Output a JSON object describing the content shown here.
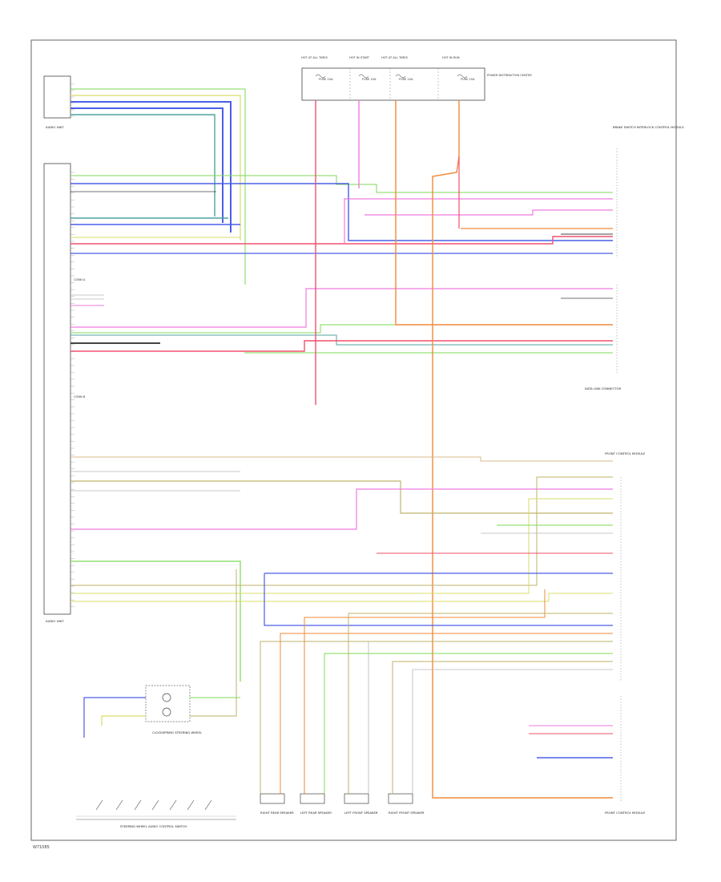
{
  "colors": {
    "green": "#7ed957",
    "blue": "#4a5ee8",
    "teal": "#4fa4a0",
    "yellow": "#d9dd6a",
    "pink": "#f07ae0",
    "red": "#f2506e",
    "orange": "#f08a3a",
    "olive": "#bfb36a",
    "gray": "#b8b8b8",
    "black": "#444444",
    "tan": "#d8b88a"
  },
  "components": {
    "audio_unit_top_caption": "AUDIO UNIT",
    "audio_unit_bottom_caption": "AUDIO UNIT",
    "brake_switch_caption": "BRAKE SWITCH INTERLOCK CONTROL MODULE",
    "data_link_caption": "DATA LINK CONNECTOR",
    "front_control_caption": "FRONT CONTROL MODULE",
    "clockspring_caption": "CLOCKSPRING STEERING WHEEL",
    "steering_switch_caption": "STEERING WHEEL AUDIO CONTROL SWITCH",
    "front_ctrl_lower_caption": "FRONT CONTROL MODULE",
    "connector_a_label": "CONN A",
    "connector_b_label": "CONN B"
  },
  "fuses": [
    {
      "title": "HOT AT ALL TIMES",
      "label": "FUSE 15A"
    },
    {
      "title": "HOT IN START",
      "label": "FUSE 10A"
    },
    {
      "title": "HOT AT ALL TIMES",
      "label": "FUSE 10A"
    },
    {
      "title": "HOT IN RUN",
      "label": "FUSE 15A"
    }
  ],
  "fuse_box_caption": "POWER DISTRIBUTION CENTER",
  "speakers": [
    {
      "caption": "RIGHT REAR SPEAKER"
    },
    {
      "caption": "LEFT REAR SPEAKER"
    },
    {
      "caption": "LEFT FRONT SPEAKER"
    },
    {
      "caption": "RIGHT FRONT SPEAKER"
    }
  ],
  "footer_code": "W71085"
}
